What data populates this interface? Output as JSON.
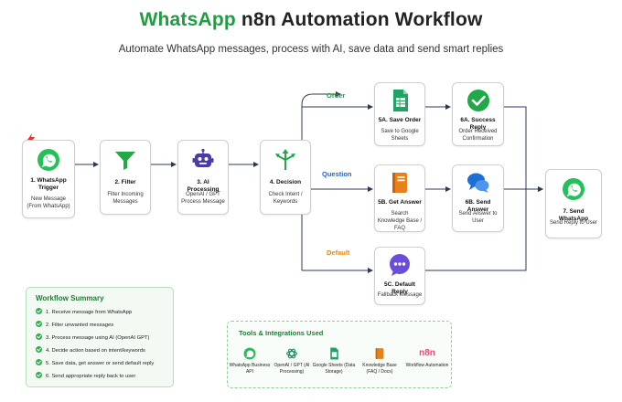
{
  "header": {
    "title_brand": "WhatsApp",
    "title_rest": " n8n Automation Workflow",
    "subtitle": "Automate WhatsApp messages, process with AI, save data and send smart replies"
  },
  "colors": {
    "brand_green": "#1e9e3e",
    "order_green": "#1e9e3e",
    "question_blue": "#2265c9",
    "default_orange": "#e38a12",
    "wire": "#2b3a55"
  },
  "nodes": {
    "trigger": {
      "title": "1. WhatsApp Trigger",
      "desc": "New Message (From WhatsApp)",
      "icon": "whatsapp-icon"
    },
    "filter": {
      "title": "2. Filter",
      "desc": "Filter Incoming Messages",
      "icon": "funnel-icon"
    },
    "ai": {
      "title": "3. AI Processing",
      "desc": "OpenAI / GPT Process Message",
      "icon": "robot-icon"
    },
    "decision": {
      "title": "4. Decision",
      "desc": "Check Intent / Keywords",
      "icon": "branch-arrows-icon"
    },
    "save_order": {
      "title": "5A. Save Order",
      "desc": "Save to Google Sheets",
      "icon": "google-sheets-icon"
    },
    "get_answer": {
      "title": "5B. Get Answer",
      "desc": "Search Knowledge Base / FAQ",
      "icon": "book-icon"
    },
    "default_reply": {
      "title": "5C. Default Reply",
      "desc": "Fallback Message",
      "icon": "chat-bubble-icon"
    },
    "success_reply": {
      "title": "6A. Success Reply",
      "desc": "Order Received Confirmation",
      "icon": "check-circle-icon"
    },
    "send_answer": {
      "title": "6B. Send Answer",
      "desc": "Send Answer to User",
      "icon": "chat-bubbles-icon"
    },
    "send_whatsapp": {
      "title": "7. Send WhatsApp",
      "desc": "Send Reply to User",
      "icon": "whatsapp-icon"
    }
  },
  "routes": {
    "order": "Order",
    "question": "Question",
    "default": "Default"
  },
  "summary": {
    "title": "Workflow Summary",
    "items": [
      "1. Receive message from WhatsApp",
      "2. Filter unwanted messages",
      "3. Process message using AI (OpenAI GPT)",
      "4. Decide action based on intent/keywords",
      "5. Save data, get answer or send default reply",
      "6. Send appropriate reply back to user"
    ]
  },
  "tools": {
    "title": "Tools & Integrations Used",
    "items": [
      {
        "label": "WhatsApp Business API",
        "icon": "whatsapp-icon"
      },
      {
        "label": "OpenAI / GPT (AI Processing)",
        "icon": "openai-icon"
      },
      {
        "label": "Google Sheets (Data Storage)",
        "icon": "google-sheets-icon"
      },
      {
        "label": "Knowledge Base (FAQ / Docs)",
        "icon": "book-icon"
      },
      {
        "label": "Workflow Automation",
        "logo_text": "n8n"
      }
    ]
  }
}
